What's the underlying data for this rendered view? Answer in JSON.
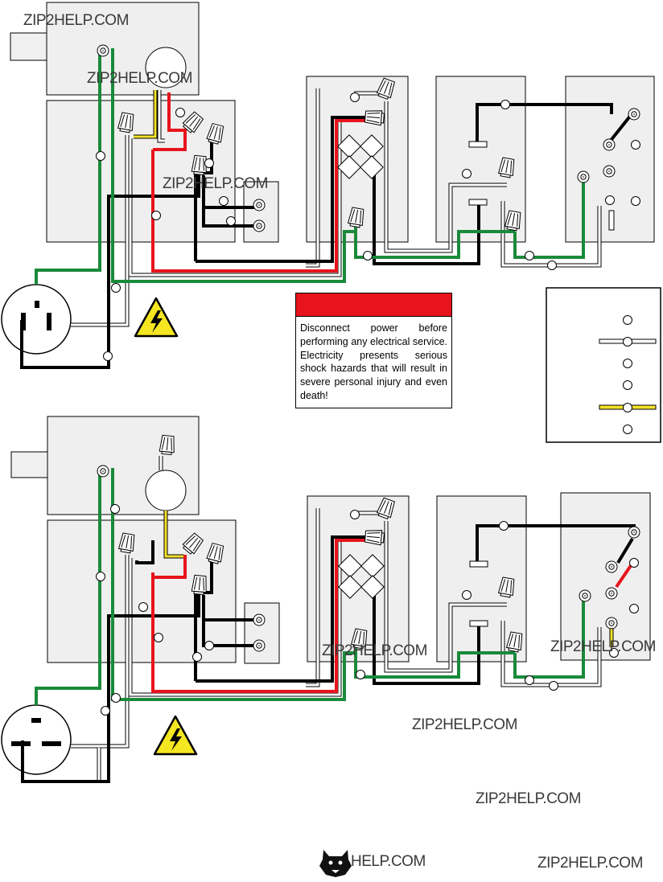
{
  "watermarks": [
    "ZIP2HELP.COM",
    "ZIP2HELP.COM",
    "ZIP2HELP.COM",
    "ZIP2HELP.COM",
    "ZIP2HELP.COM",
    "ZIP2HELP.COM",
    "ZIP2HELP.COM",
    "HELP.COM",
    "ZIP2HELP.COM"
  ],
  "warning": {
    "text": "Disconnect power before performing any electrical service. Electricity presents serious shock hazards that will result in severe personal injury and even death!"
  },
  "colors": {
    "ground_wire": "#1a8a3a",
    "neutral_wire": "#ffffff",
    "hot_black": "#000000",
    "hot_red": "#e8141d",
    "yellow": "#f5e22a",
    "panel_fill": "#efefef",
    "warning_bar": "#e8141d"
  },
  "icons": [
    "electrical-hazard-icon",
    "wire-nut-icon",
    "receptacle-icon",
    "mascot-logo-icon"
  ]
}
